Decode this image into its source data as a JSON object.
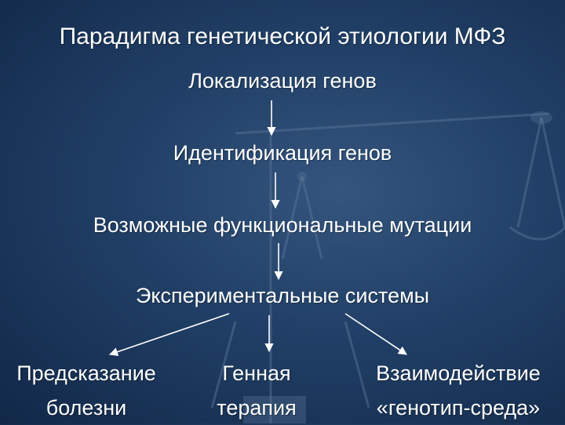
{
  "title": "Парадигма генетической этиологии МФЗ",
  "nodes": {
    "localization": "Локализация генов",
    "identification": "Идентификация генов",
    "mutations": "Возможные функциональные мутации",
    "systems": "Экспериментальные системы"
  },
  "outcomes": {
    "prediction": {
      "line1": "Предсказание",
      "line2": "болезни"
    },
    "therapy": {
      "line1": "Генная",
      "line2": "терапия"
    },
    "interaction": {
      "line1": "Взаимодействие",
      "line2": "«генотип-среда»"
    }
  },
  "colors": {
    "background": "#213f66",
    "text": "#ffffff",
    "arrow": "#ffffff"
  }
}
